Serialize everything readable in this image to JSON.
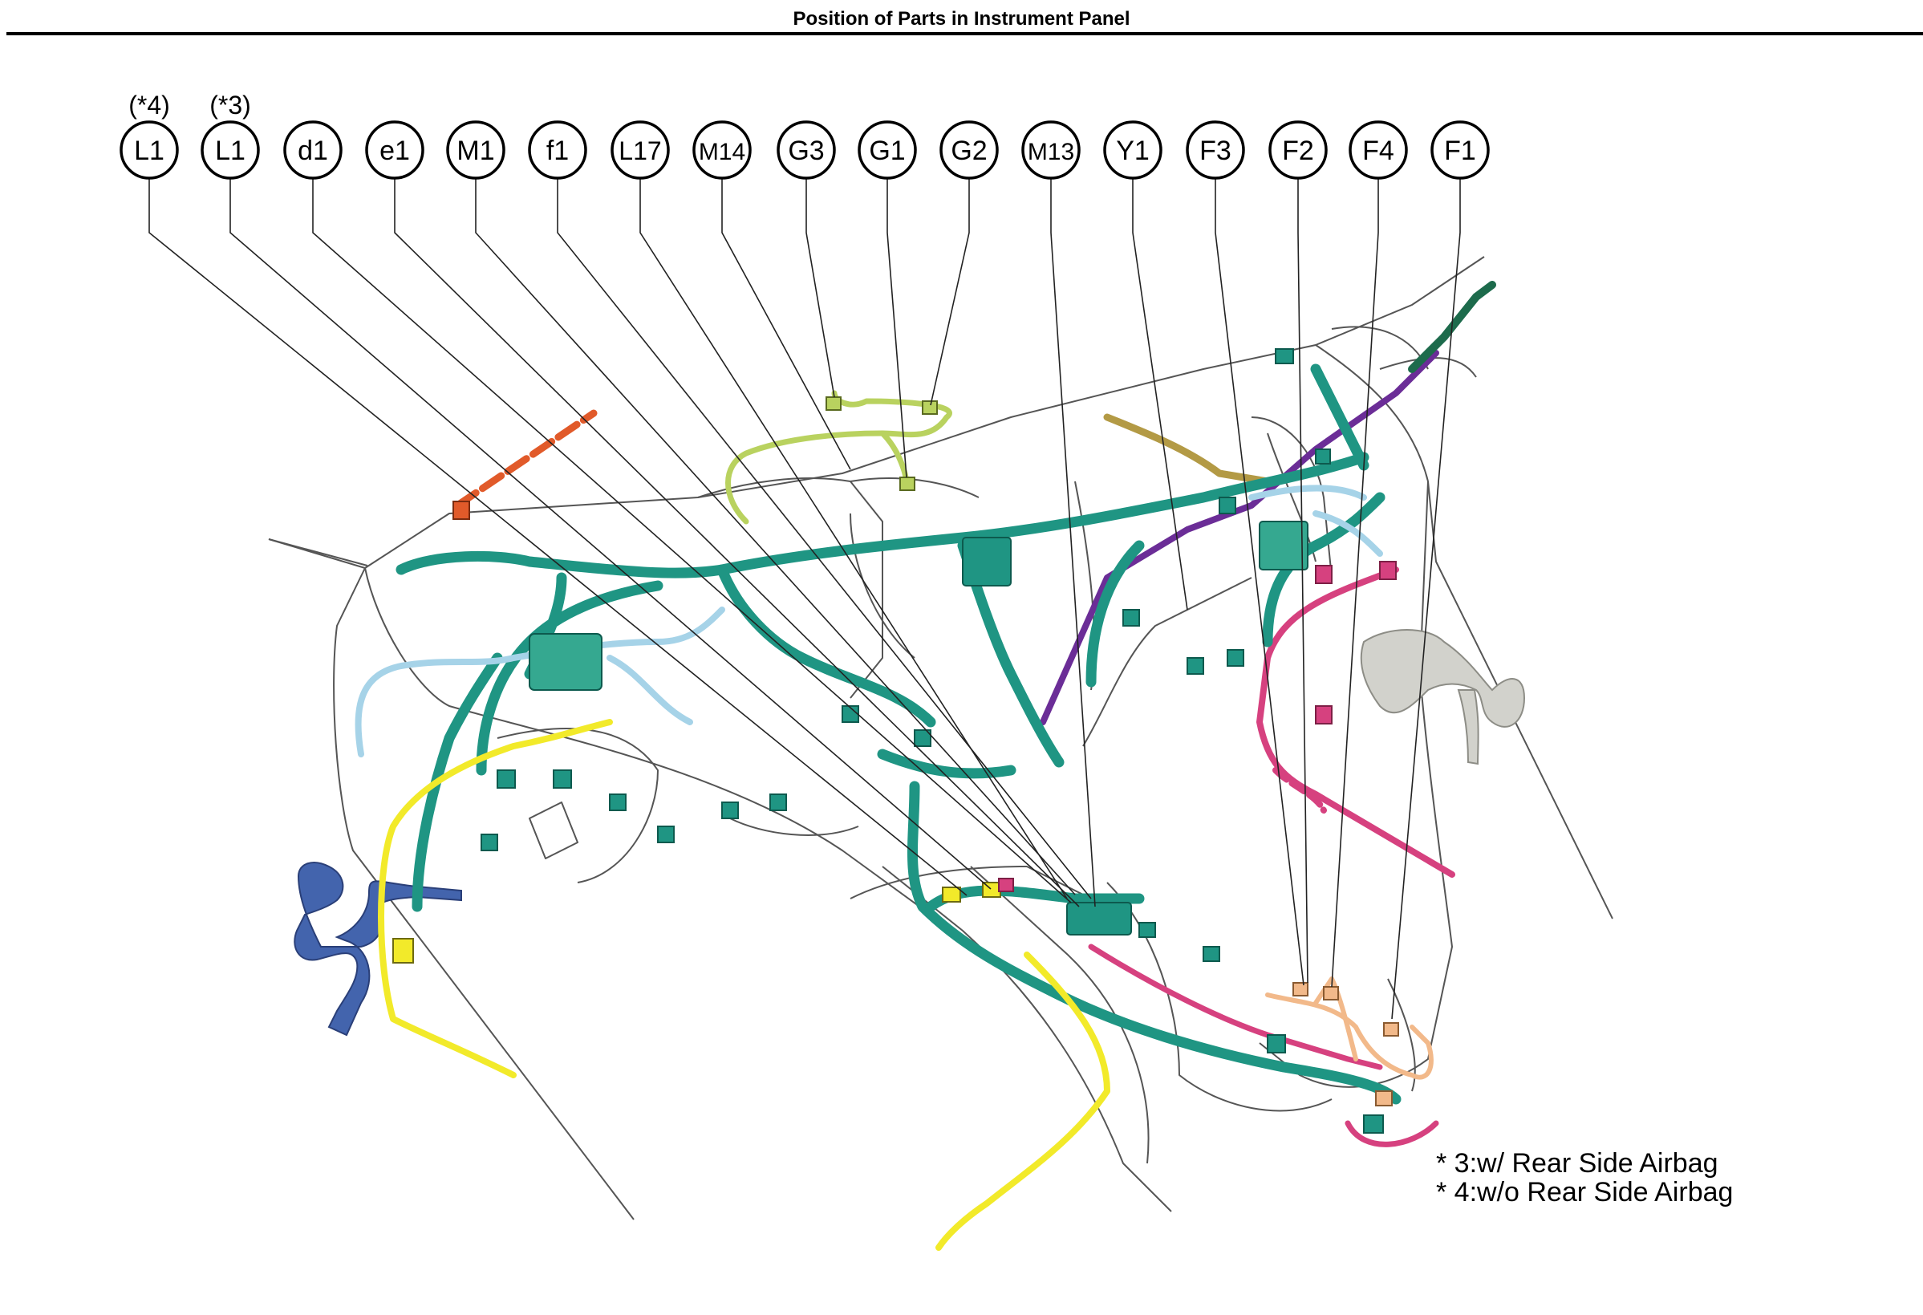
{
  "title": "Position of Parts in Instrument Panel",
  "connector_labels": [
    {
      "id": "L1",
      "variant": "(*4)"
    },
    {
      "id": "L1",
      "variant": "(*3)"
    },
    {
      "id": "d1"
    },
    {
      "id": "e1"
    },
    {
      "id": "M1"
    },
    {
      "id": "f1"
    },
    {
      "id": "L17"
    },
    {
      "id": "M14"
    },
    {
      "id": "G3"
    },
    {
      "id": "G1"
    },
    {
      "id": "G2"
    },
    {
      "id": "M13"
    },
    {
      "id": "Y1"
    },
    {
      "id": "F3"
    },
    {
      "id": "F2"
    },
    {
      "id": "F4"
    },
    {
      "id": "F1"
    }
  ],
  "notes": [
    "* 3:w/ Rear Side Airbag",
    "* 4:w/o Rear Side Airbag"
  ],
  "colors": {
    "main_harness": "#1f9583",
    "light_blue_harness": "#a6d3e8",
    "yellow_harness": "#f2ea2a",
    "purple_harness": "#6b2d97",
    "pink_harness": "#d6417f",
    "orange_harness": "#e15a2a",
    "peach_harness": "#f2b98a",
    "lime_harness": "#b9d25f",
    "blue_duct": "#4364ad",
    "grey_duct": "#bdbdb6",
    "olive_harness": "#b39a45"
  }
}
